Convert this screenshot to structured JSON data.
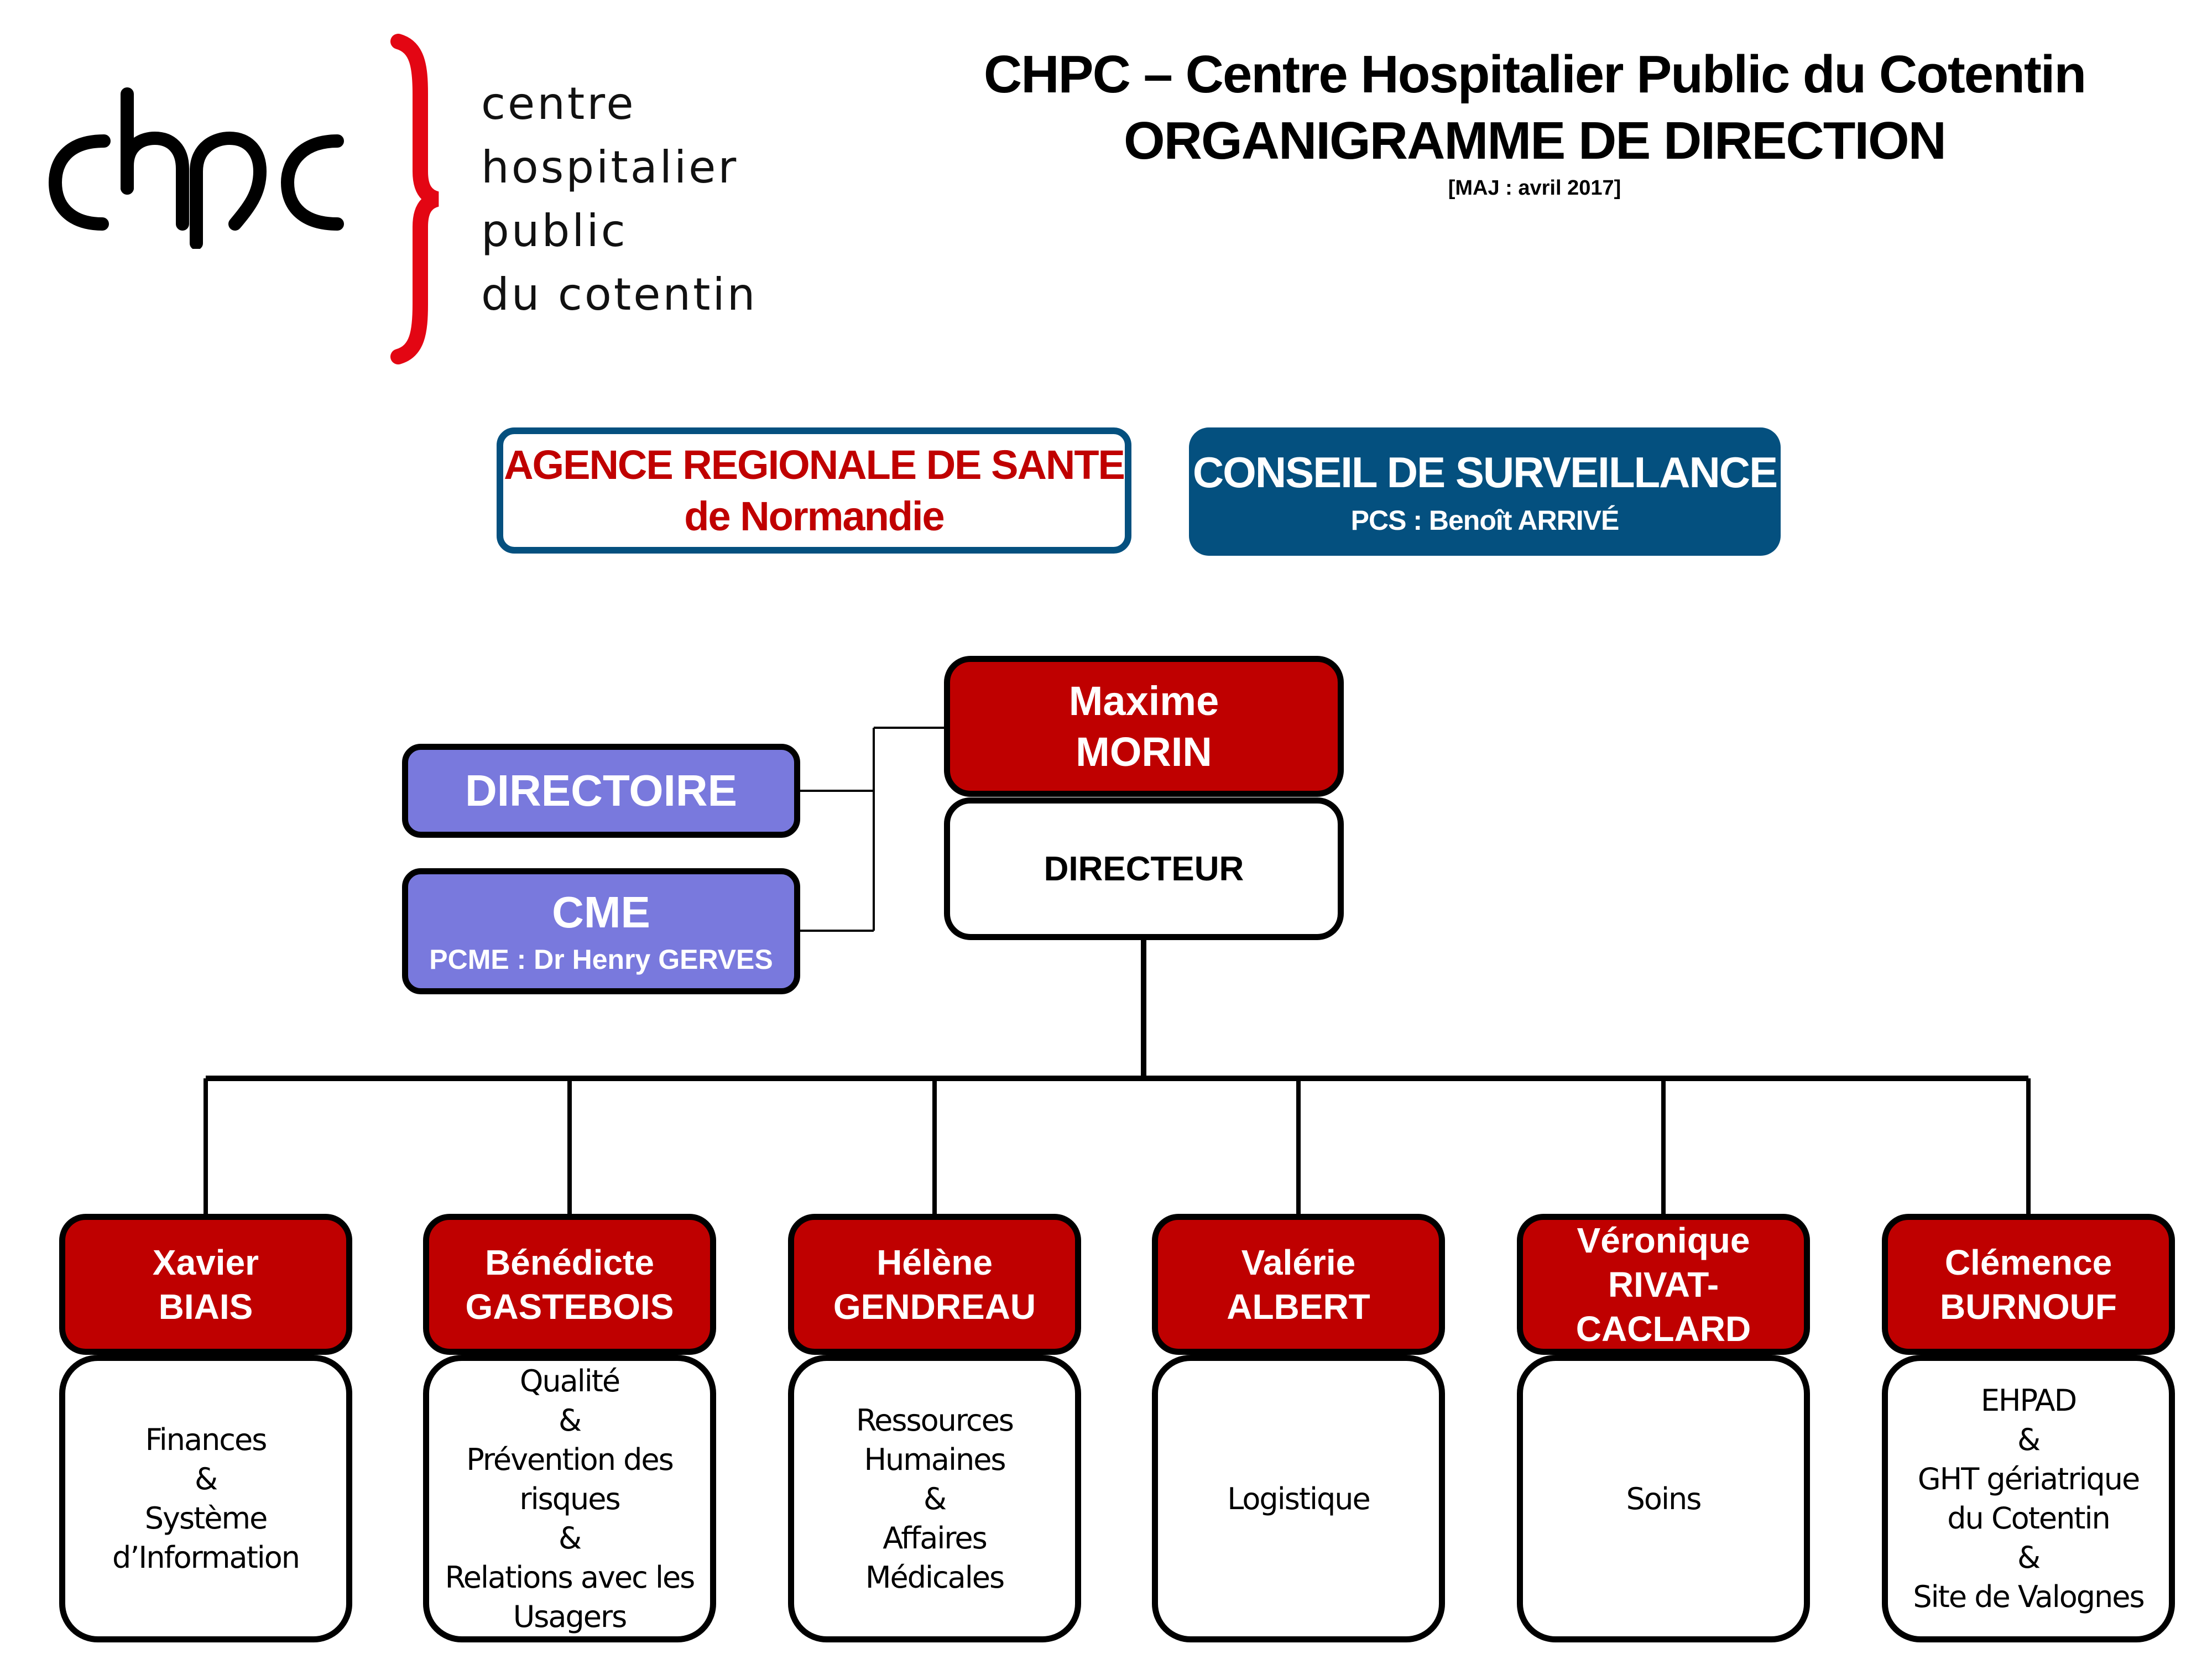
{
  "logo": {
    "mark": "chpc",
    "brace_color": "#e30613",
    "text_lines": [
      "centre",
      "hospitalier",
      "public",
      "du cotentin"
    ]
  },
  "header": {
    "title": "CHPC – Centre Hospitalier Public du Cotentin",
    "subtitle": "ORGANIGRAMME DE DIRECTION",
    "update": "[MAJ : avril 2017]"
  },
  "colors": {
    "red": "#bf0000",
    "navy": "#04507f",
    "purple": "#7979dd",
    "ars_text": "#c00000"
  },
  "ars": {
    "line1": "AGENCE REGIONALE DE SANTE",
    "line2": "de Normandie"
  },
  "conseil": {
    "title": "CONSEIL DE SURVEILLANCE",
    "president": "PCS : Benoît ARRIVÉ"
  },
  "directoire": {
    "label": "DIRECTOIRE"
  },
  "cme": {
    "title": "CME",
    "president": "PCME : Dr Henry GERVES"
  },
  "director": {
    "first_name": "Maxime",
    "last_name": "MORIN",
    "role": "DIRECTEUR"
  },
  "departments": [
    {
      "first_name": "Xavier",
      "last_name_lines": [
        "BIAIS"
      ],
      "scope_lines": [
        "Finances",
        "&",
        "Système",
        "d’Information"
      ]
    },
    {
      "first_name": "Bénédicte",
      "last_name_lines": [
        "GASTEBOIS"
      ],
      "scope_lines": [
        "Qualité",
        "&",
        "Prévention des",
        "risques",
        "&",
        "Relations avec les",
        "Usagers"
      ]
    },
    {
      "first_name": "Hélène",
      "last_name_lines": [
        "GENDREAU"
      ],
      "scope_lines": [
        "Ressources",
        "Humaines",
        "&",
        "Affaires",
        "Médicales"
      ]
    },
    {
      "first_name": "Valérie",
      "last_name_lines": [
        "ALBERT"
      ],
      "scope_lines": [
        "Logistique"
      ]
    },
    {
      "first_name": "Véronique",
      "last_name_lines": [
        "RIVAT-",
        "CACLARD"
      ],
      "scope_lines": [
        "Soins"
      ]
    },
    {
      "first_name": "Clémence",
      "last_name_lines": [
        "BURNOUF"
      ],
      "scope_lines": [
        "EHPAD",
        "&",
        "GHT gériatrique",
        "du Cotentin",
        "&",
        "Site de Valognes"
      ]
    }
  ]
}
